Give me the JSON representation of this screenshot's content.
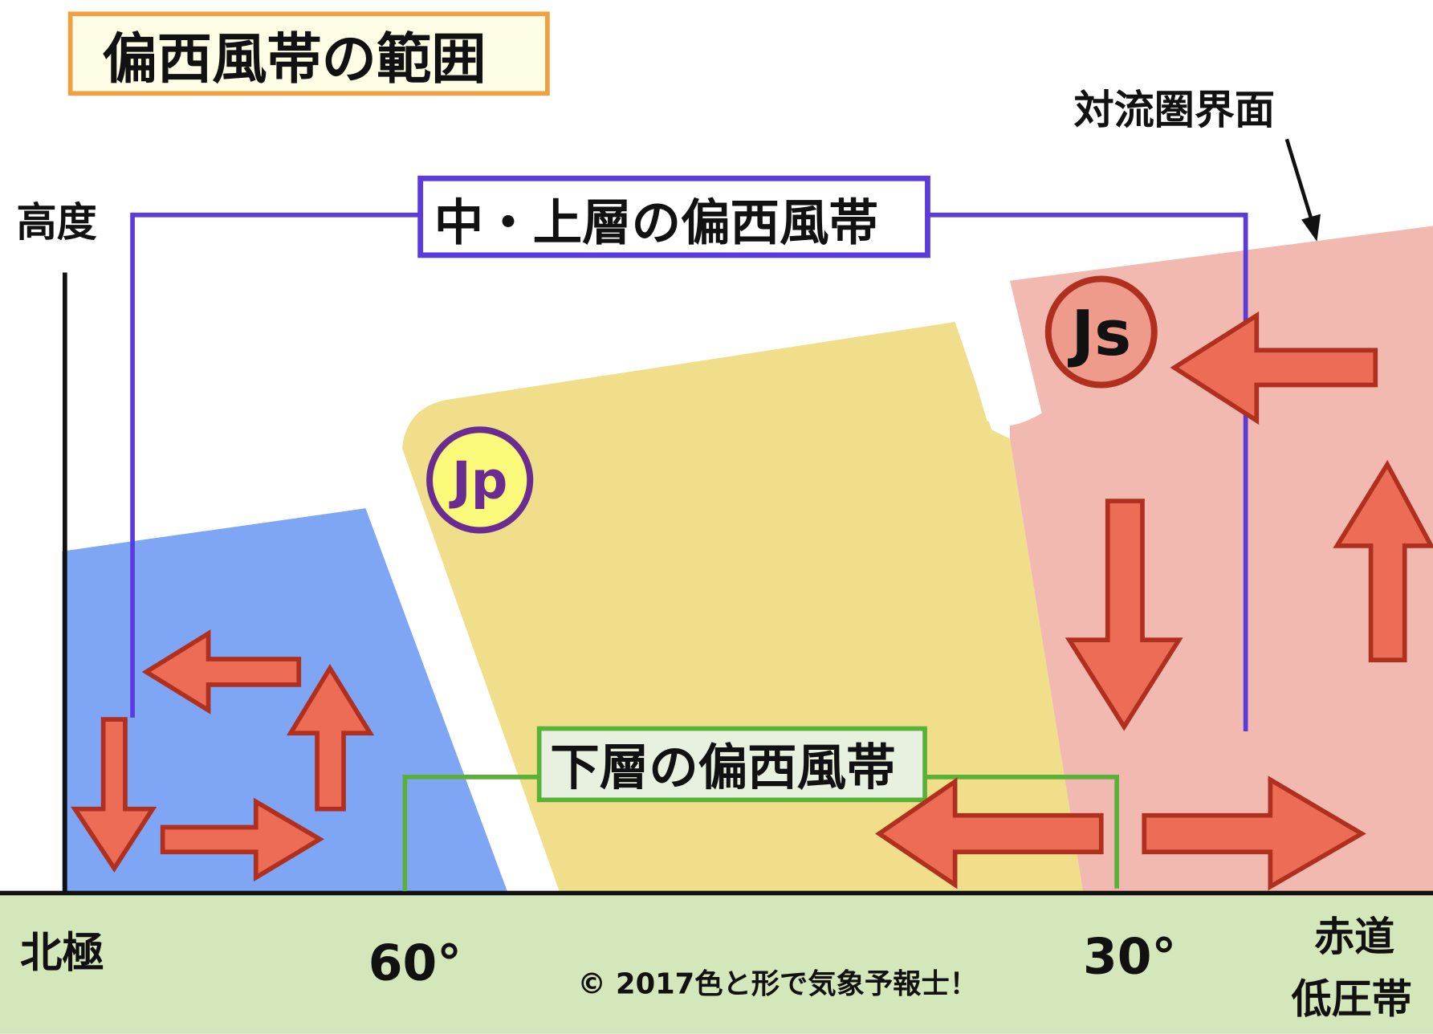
{
  "title": "偏西風帯の範囲",
  "labels": {
    "altitude": "高度",
    "tropopause": "対流圏界面",
    "upper_band": "中・上層の偏西風帯",
    "lower_band": "下層の偏西風帯",
    "north_pole": "北極",
    "lat60": "60°",
    "lat30": "30°",
    "equator_line1": "赤道",
    "equator_line2": "低圧帯",
    "jp": "Jp",
    "js": "Js",
    "copyright": "© 2017色と形で気象予報士！"
  },
  "colors": {
    "polar_cell": "#7fa5f5",
    "ferrel_cell": "#f0de8a",
    "hadley_cell": "#f2b9b0",
    "ground": "#d3e7bb",
    "arrow_fill": "#ec6c55",
    "arrow_stroke": "#b0301f",
    "upper_band": "#5b3bdc",
    "lower_band": "#5ab13a",
    "title_border": "#f0a040"
  }
}
